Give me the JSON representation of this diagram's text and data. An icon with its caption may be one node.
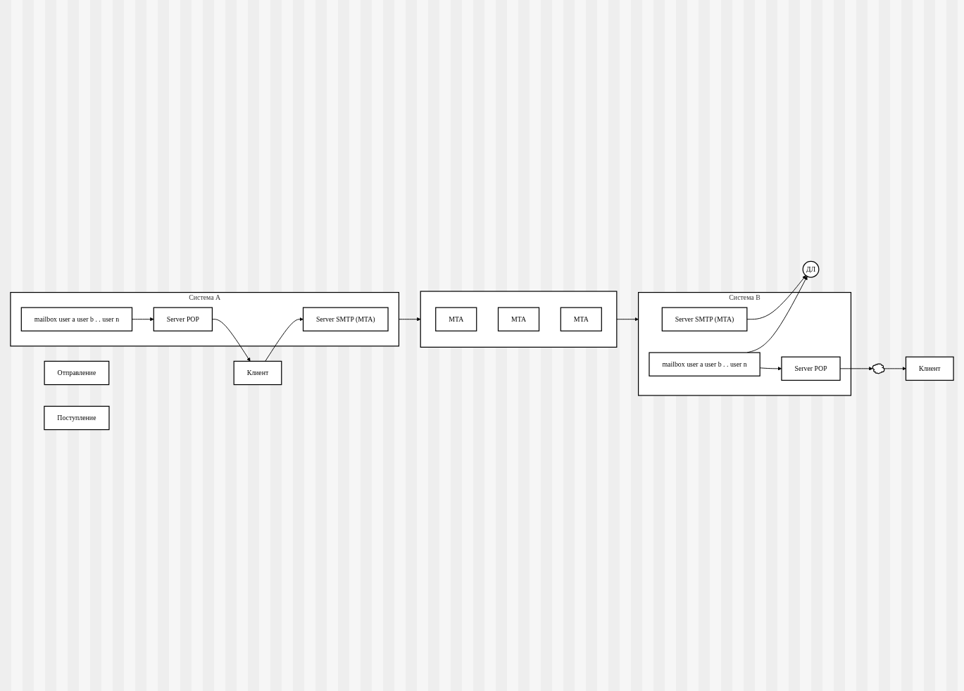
{
  "diagram": {
    "nodes": [
      {
        "text": [
          "Отправление"
        ]
      },
      {
        "text": [
          "Поступление"
        ]
      },
      {
        "text": [
          "Клиент"
        ]
      },
      {
        "text": [
          "Система A"
        ]
      },
      {
        "text": [
          "Server SMTP (MTA)"
        ],
        "in": 3
      },
      {
        "text": [
          "mailbox user a user b . . user n"
        ],
        "in": 3
      },
      {
        "text": [
          "Server POP"
        ],
        "in": 3
      },
      {
        "text": [],
        "shape": "star"
      },
      {
        "text": [
          "MTA"
        ],
        "in": 7
      },
      {
        "text": [
          "MTA"
        ],
        "in": 7
      },
      {
        "text": [
          "MTA"
        ],
        "in": 7
      },
      {
        "text": [
          "Система B"
        ]
      },
      {
        "text": [
          "Server SMTP (MTA)"
        ],
        "in": 11
      },
      {
        "text": [
          "mailbox user a user b . . user n"
        ],
        "in": 11
      },
      {
        "text": [
          "Server POP"
        ],
        "in": 11
      },
      {
        "text": [
          "ДЛ"
        ]
      },
      {
        "text": [],
        "shape": "cloud"
      },
      {
        "text": [
          "Клиент"
        ]
      }
    ],
    "edges": [
      {
        "from": 2,
        "to": 4,
        "arrow": "to"
      },
      {
        "from": 5,
        "to": 6,
        "arrow": "to"
      },
      {
        "from": 6,
        "to": 2,
        "arrow": "to"
      },
      {
        "from": 3,
        "to": 7,
        "arrow": "to"
      },
      {
        "from": 7,
        "to": 11,
        "arrow": "to"
      },
      {
        "from": 12,
        "to": 15,
        "arrow": "to"
      },
      {
        "from": 13,
        "to": 15,
        "arrow": "to"
      },
      {
        "from": 13,
        "to": 14,
        "arrow": "to"
      },
      {
        "from": 14,
        "to": 16,
        "arrow": "to"
      },
      {
        "from": 16,
        "to": 17,
        "arrow": "to"
      }
    ]
  }
}
